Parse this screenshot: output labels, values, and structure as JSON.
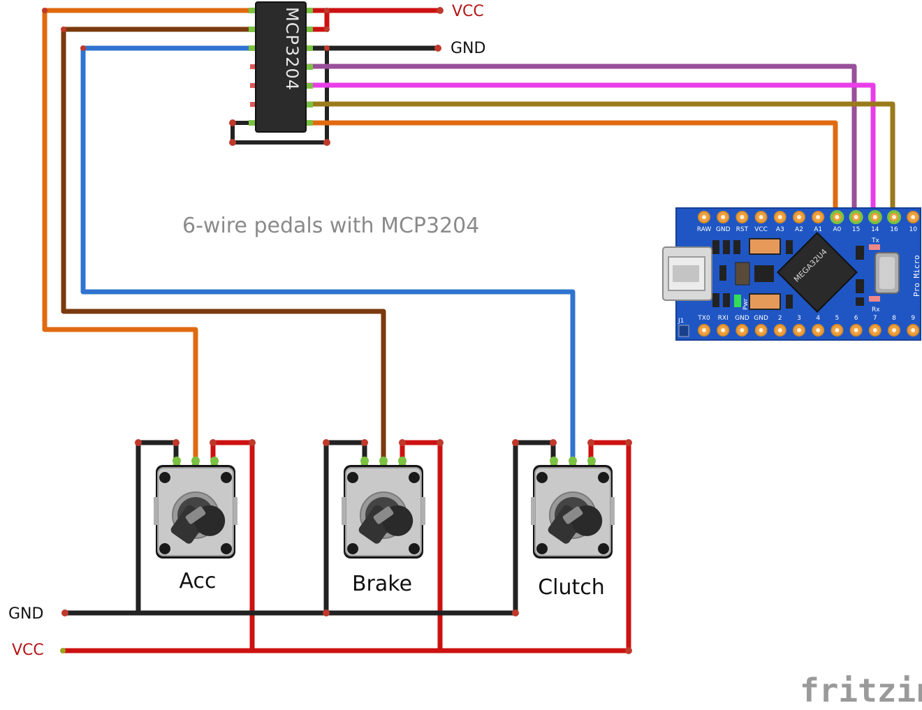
{
  "title": "6-wire pedals with MCP3204",
  "chip": {
    "label": "MCP3204"
  },
  "top_labels": {
    "vcc": "VCC",
    "gnd": "GND"
  },
  "bottom_labels": {
    "gnd": "GND",
    "vcc": "VCC"
  },
  "pedals": [
    {
      "label": "Acc"
    },
    {
      "label": "Brake"
    },
    {
      "label": "Clutch"
    }
  ],
  "board": {
    "name": "Pro Micro",
    "mcu": "MEGA32U4",
    "top_pins": [
      "RAW",
      "GND",
      "RST",
      "VCC",
      "A3",
      "A2",
      "A1",
      "A0",
      "15",
      "14",
      "16",
      "10"
    ],
    "bottom_pins": [
      "TX0",
      "RXI",
      "GND",
      "GND",
      "2",
      "3",
      "4",
      "5",
      "6",
      "7",
      "8",
      "9"
    ],
    "j1": "J1",
    "pwr": "Pwr",
    "tx": "Tx",
    "rx": "Rx"
  },
  "brand": "fritzing",
  "colors": {
    "orange": "#e06a10",
    "brown": "#7a3a0e",
    "blue": "#2f74d0",
    "red": "#cc1111",
    "black": "#222222",
    "purple": "#9a4f9a",
    "magenta": "#e83ee8",
    "olive": "#9a7a1a",
    "board": "#1f56c4"
  }
}
